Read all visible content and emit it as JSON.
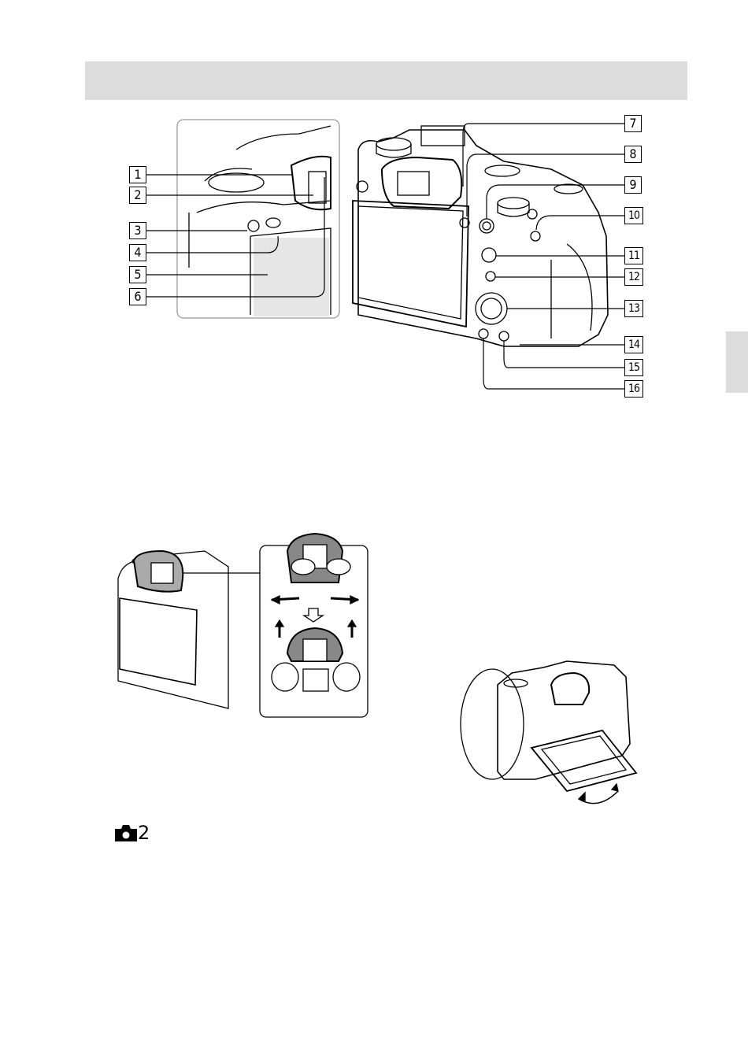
{
  "header": {
    "title": ""
  },
  "callouts_left": [
    "1",
    "2",
    "3",
    "4",
    "5",
    "6"
  ],
  "callouts_right": [
    "7",
    "8",
    "9",
    "10",
    "11",
    "12",
    "13",
    "14",
    "15",
    "16"
  ],
  "section_mark": {
    "icon": "camera-icon",
    "number": "2"
  },
  "colors": {
    "header_bar": "#dcdcdc",
    "line": "#000000"
  }
}
